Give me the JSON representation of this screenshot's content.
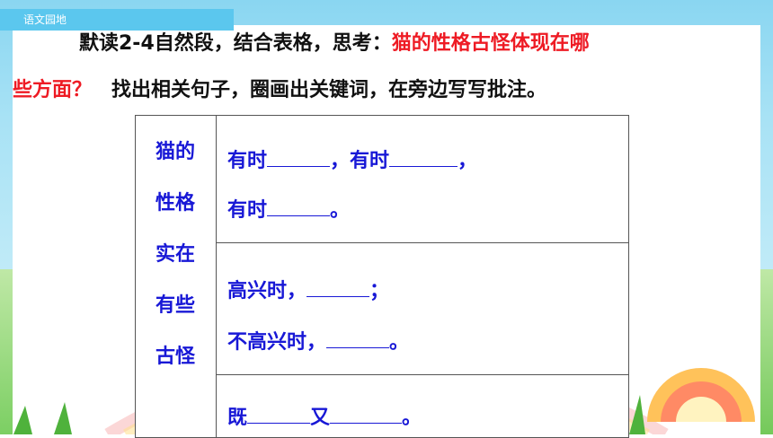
{
  "header": {
    "section_tab": "语文园地"
  },
  "instruction": {
    "line1_black": "默读2-4自然段，结合表格，思考：",
    "line1_red": "猫的性格古怪体现在哪",
    "line2_red": "些方面？",
    "line2_black": "找出相关句子，圈画出关键词，在旁边写写批注。"
  },
  "table": {
    "left_header": [
      "猫的",
      "性格",
      "实在",
      "有些",
      "古怪"
    ],
    "row1": {
      "line1_a": "有时",
      "line1_b": "，有时",
      "line1_c": "，",
      "line2_a": "有时",
      "line2_b": "。"
    },
    "row2": {
      "line1_a": "高兴时，",
      "line1_b": "；",
      "line2_a": "不高兴时，",
      "line2_b": "。"
    },
    "row3": {
      "line1_a": "既",
      "line1_b": "又",
      "line1_c": "。"
    }
  },
  "colors": {
    "tab_bg": "#5bc7ee",
    "emphasis_red": "#ee1b24",
    "table_text_blue": "#1818d6",
    "sky": "#8ad6f1",
    "grass": "#7ccf63"
  }
}
